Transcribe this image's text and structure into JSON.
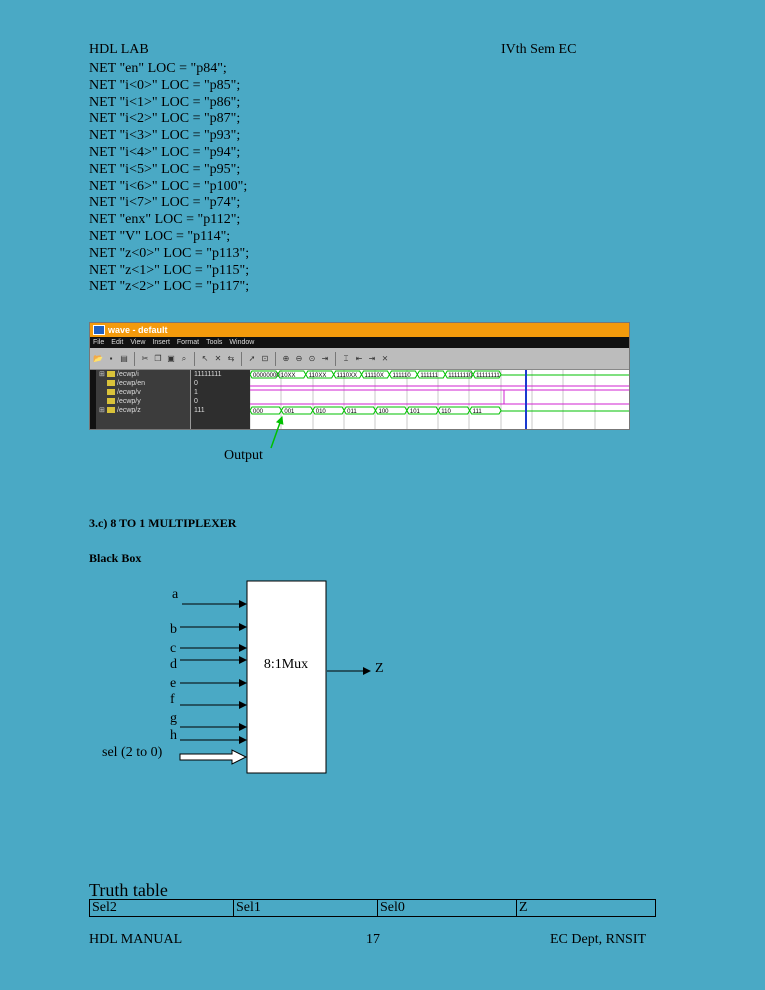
{
  "header": {
    "left": "HDL LAB",
    "right": "IVth Sem EC"
  },
  "ucf_lines": [
    "NET \"en\" LOC = \"p84\";",
    "NET \"i<0>\" LOC = \"p85\";",
    "NET \"i<1>\" LOC = \"p86\";",
    "NET \"i<2>\" LOC = \"p87\";",
    "NET \"i<3>\" LOC = \"p93\";",
    "NET \"i<4>\" LOC = \"p94\";",
    "NET \"i<5>\" LOC = \"p95\";",
    "NET \"i<6>\" LOC = \"p100\";",
    "NET \"i<7>\" LOC = \"p74\";",
    "NET \"enx\" LOC = \"p112\";",
    "NET \"V\" LOC = \"p114\";",
    "NET \"z<0>\" LOC = \"p113\";",
    "NET \"z<1>\" LOC = \"p115\";",
    "NET \"z<2>\" LOC = \"p117\";"
  ],
  "wave": {
    "title": "wave - default",
    "menu": [
      "File",
      "Edit",
      "View",
      "Insert",
      "Format",
      "Tools",
      "Window"
    ],
    "signals": [
      {
        "name": "/ecwp/i",
        "value": "11111111",
        "expandable": true
      },
      {
        "name": "/ecwp/en",
        "value": "0",
        "expandable": false
      },
      {
        "name": "/ecwp/v",
        "value": "1",
        "expandable": false
      },
      {
        "name": "/ecwp/y",
        "value": "0",
        "expandable": false
      },
      {
        "name": "/ecwp/z",
        "value": "111",
        "expandable": true
      }
    ],
    "i_segments": [
      "00000000",
      "10XX",
      "110XX",
      "1110XX",
      "11110X",
      "111110",
      "111111",
      "11111110",
      "11111111"
    ],
    "z_segments": [
      "000",
      "001",
      "010",
      "011",
      "100",
      "101",
      "110",
      "111"
    ],
    "output_label": "Output"
  },
  "section_title": "3.c) 8 TO 1 MULTIPLEXER",
  "black_box": {
    "heading": "Black Box",
    "inputs": [
      "a",
      "b",
      "c",
      "d",
      "e",
      "f",
      "g",
      "h",
      "sel (2 to 0)"
    ],
    "block_label": "8:1Mux",
    "output": "Z"
  },
  "truth_table": {
    "title": "Truth table",
    "headers": [
      "Sel2",
      "Sel1",
      "Sel0",
      "Z"
    ]
  },
  "footer": {
    "left": "HDL MANUAL",
    "center": "17",
    "right": "EC Dept, RNSIT"
  },
  "colors": {
    "background": "#4aa9c5",
    "titlebar": "#f39a0c",
    "cursor": "#1a3ad0",
    "wave_green": "#00c000",
    "wave_magenta": "#d020d0"
  }
}
